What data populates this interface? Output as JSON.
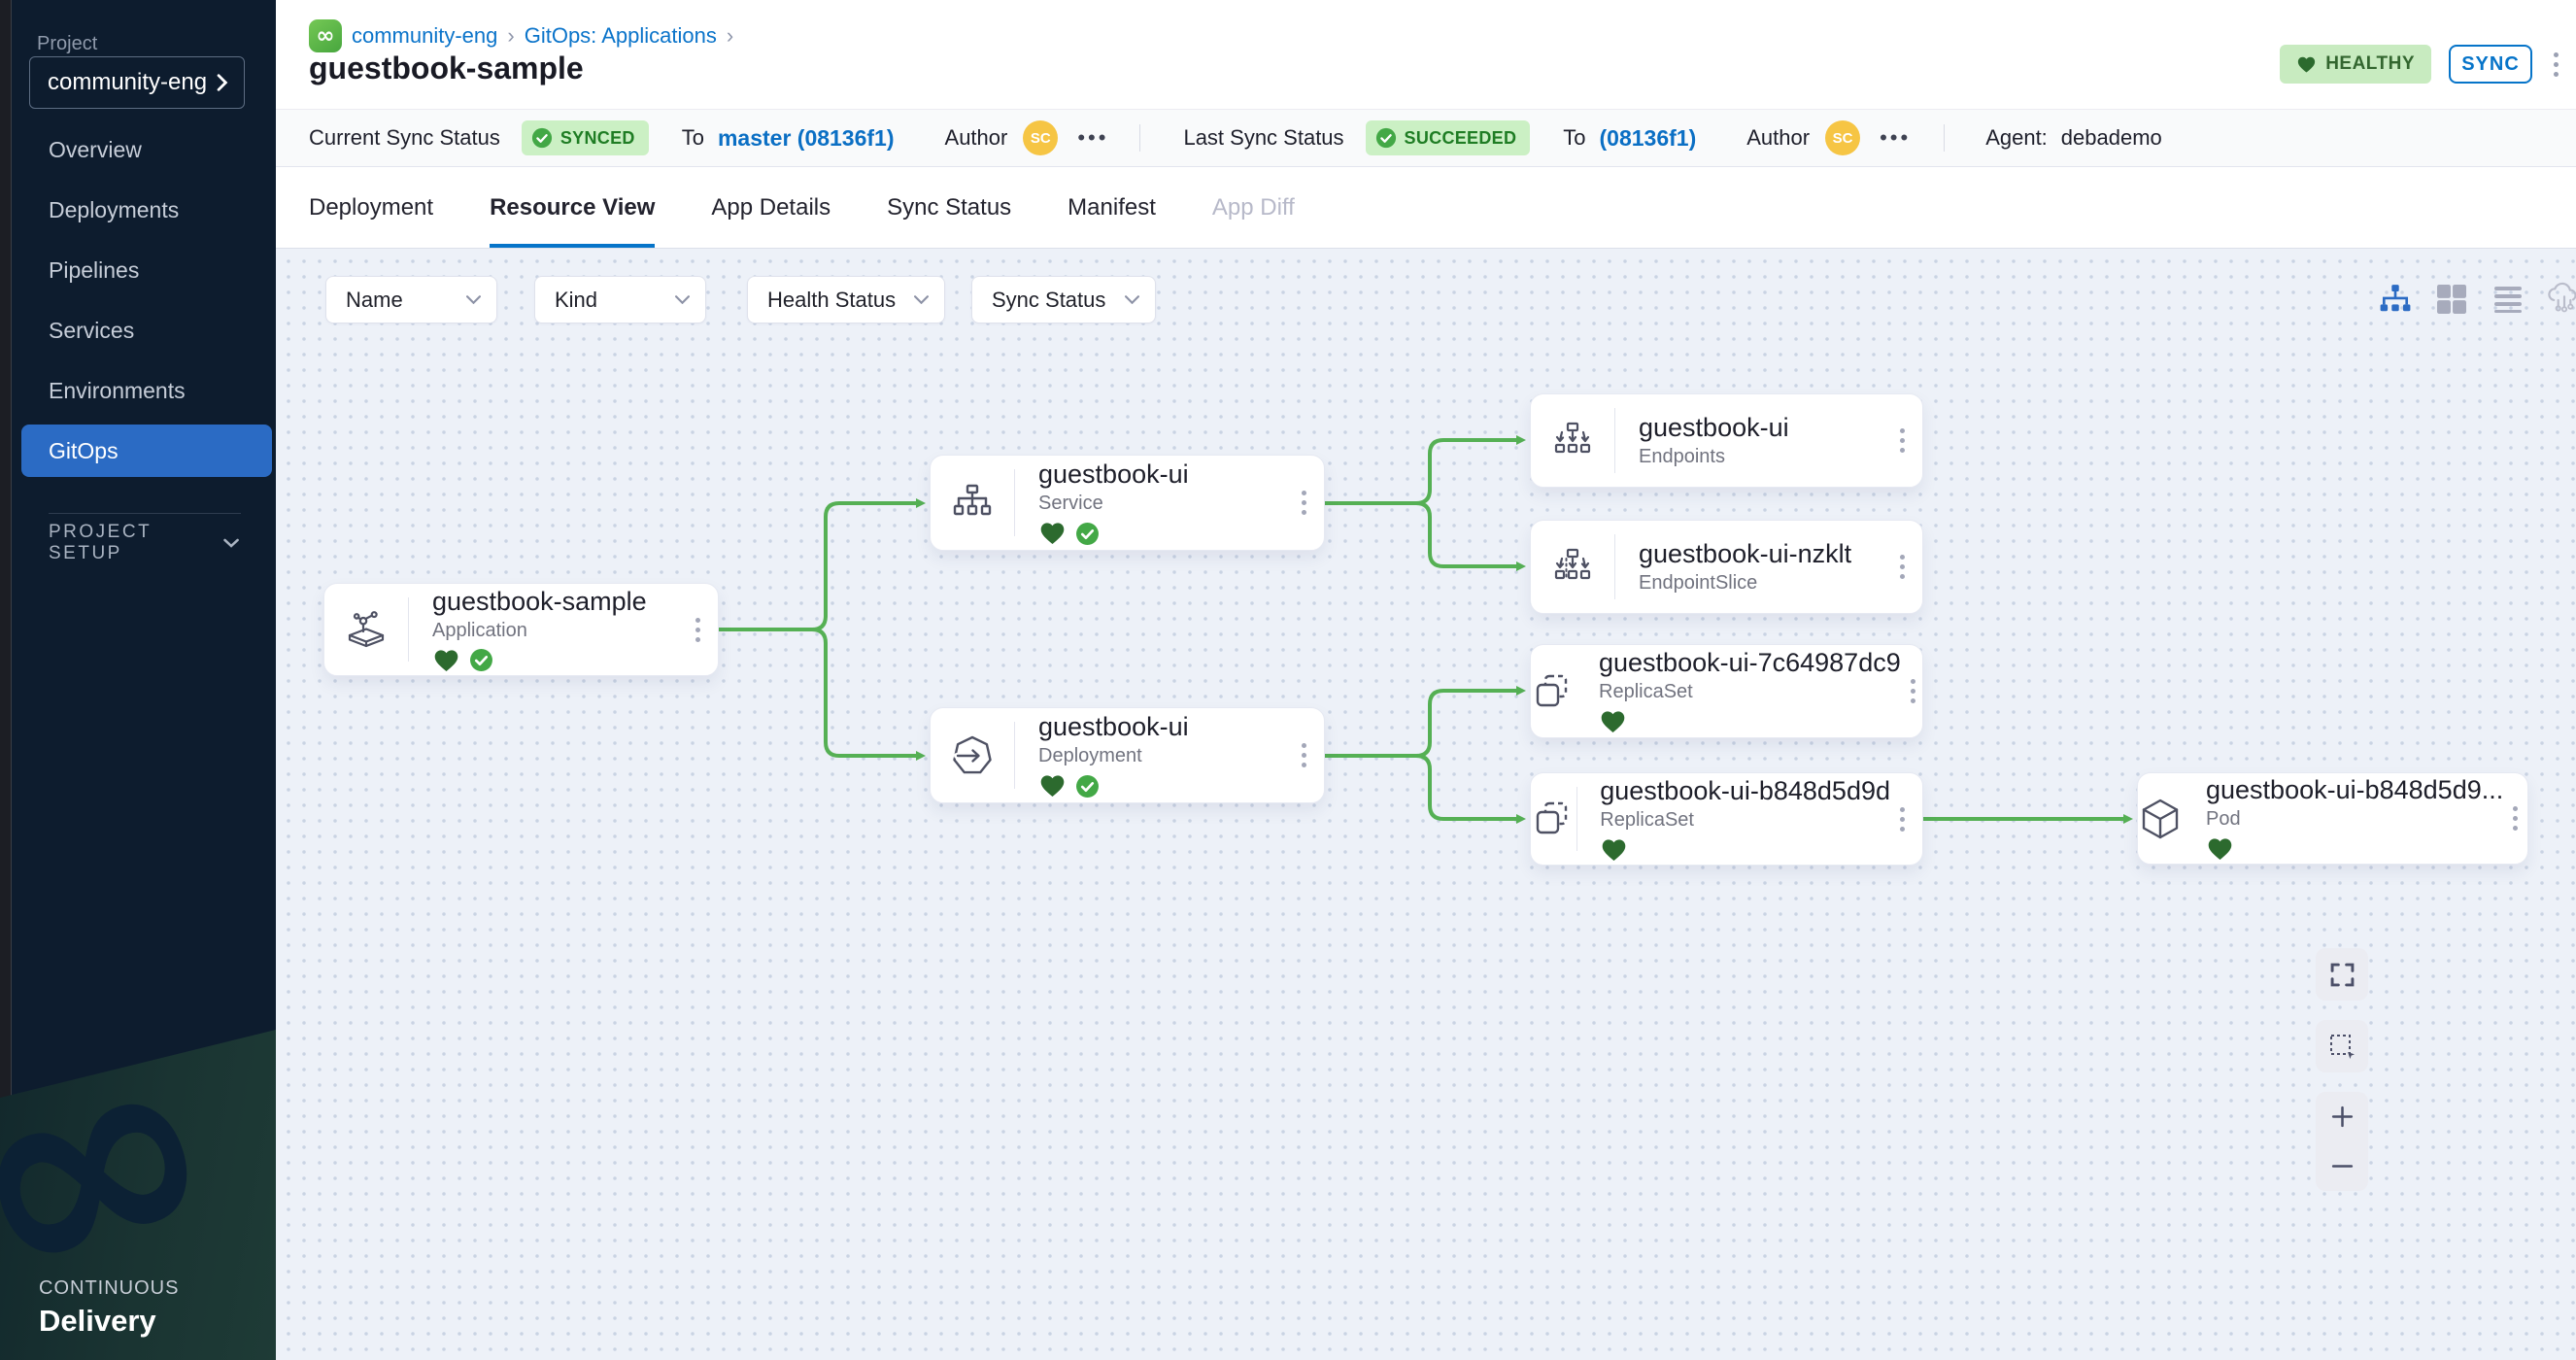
{
  "colors": {
    "accent_blue": "#0674c9",
    "sidebar_bg": "#0d1c2e",
    "sidebar_active_blue": "#2b6bc4",
    "edge_green": "#55b054",
    "healthy_heart_green": "#2c6a2e",
    "badge_bg_green": "#cbf0c4",
    "synced_text_green": "#1f7d24",
    "avatar_yellow": "#f6c544",
    "canvas_bg": "#edf1f8"
  },
  "sidebar": {
    "project_label": "Project",
    "project_name": "community-eng",
    "items": [
      {
        "label": "Overview"
      },
      {
        "label": "Deployments"
      },
      {
        "label": "Pipelines"
      },
      {
        "label": "Services"
      },
      {
        "label": "Environments"
      },
      {
        "label": "GitOps"
      }
    ],
    "active_item": "GitOps",
    "project_setup_label": "PROJECT SETUP",
    "footer_top": "CONTINUOUS",
    "footer_bottom": "Delivery"
  },
  "header": {
    "breadcrumb": {
      "project": "community-eng",
      "section": "GitOps: Applications",
      "separator": "›"
    },
    "title": "guestbook-sample",
    "health_badge": "HEALTHY",
    "sync_button": "SYNC"
  },
  "status_bar": {
    "current_sync_label": "Current Sync Status",
    "current_sync_status": "SYNCED",
    "to_label": "To",
    "current_revision": "master (08136f1)",
    "author_label": "Author",
    "author_initials": "SC",
    "more": "•••",
    "last_sync_label": "Last Sync Status",
    "last_sync_status": "SUCCEEDED",
    "last_revision": "(08136f1)",
    "agent_label": "Agent:",
    "agent_name": "debademo"
  },
  "tabs": [
    {
      "label": "Deployment"
    },
    {
      "label": "Resource View"
    },
    {
      "label": "App Details"
    },
    {
      "label": "Sync Status"
    },
    {
      "label": "Manifest"
    },
    {
      "label": "App Diff"
    }
  ],
  "active_tab": "Resource View",
  "filters": [
    {
      "label": "Name"
    },
    {
      "label": "Kind"
    },
    {
      "label": "Health Status"
    },
    {
      "label": "Sync Status"
    }
  ],
  "graph": {
    "nodes": [
      {
        "name": "guestbook-sample",
        "kind": "Application",
        "healthy": true,
        "synced": true
      },
      {
        "name": "guestbook-ui",
        "kind": "Service",
        "healthy": true,
        "synced": true
      },
      {
        "name": "guestbook-ui",
        "kind": "Deployment",
        "healthy": true,
        "synced": true
      },
      {
        "name": "guestbook-ui",
        "kind": "Endpoints",
        "healthy": false,
        "synced": false
      },
      {
        "name": "guestbook-ui-nzklt",
        "kind": "EndpointSlice",
        "healthy": false,
        "synced": false
      },
      {
        "name": "guestbook-ui-7c64987dc9",
        "kind": "ReplicaSet",
        "healthy": true,
        "synced": false
      },
      {
        "name": "guestbook-ui-b848d5d9d",
        "kind": "ReplicaSet",
        "healthy": true,
        "synced": false
      },
      {
        "name": "guestbook-ui-b848d5d9...",
        "kind": "Pod",
        "healthy": true,
        "synced": false
      }
    ]
  }
}
